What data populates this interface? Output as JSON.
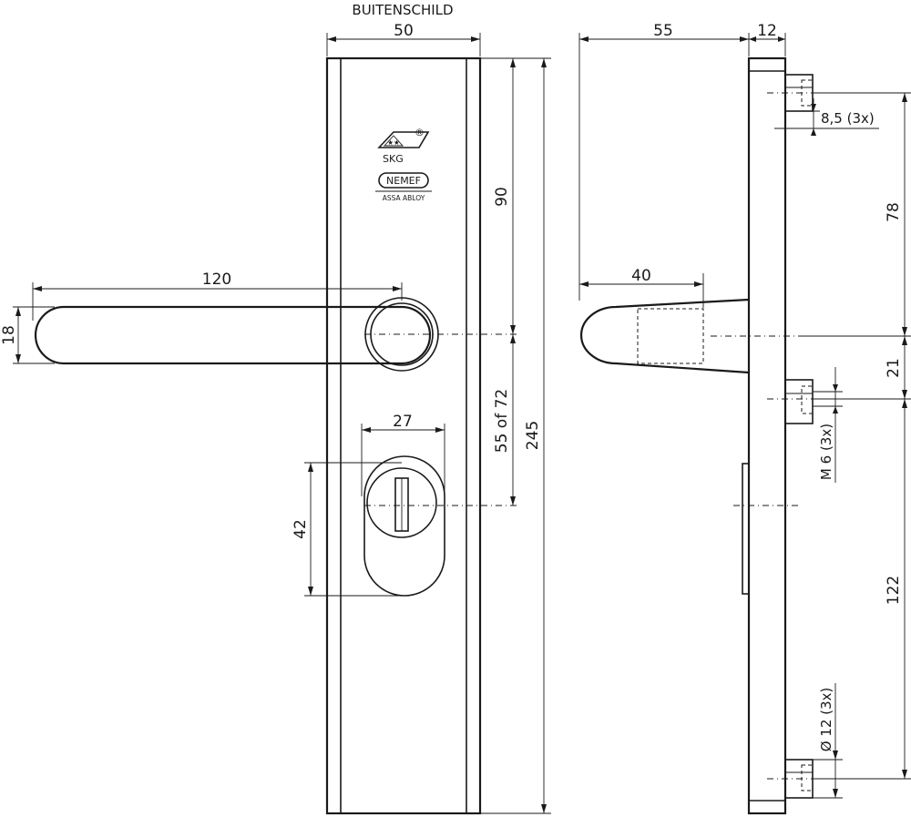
{
  "title": "BUITENSCHILD",
  "logos": {
    "skg": "SKG",
    "registered": "®",
    "nemef": "NEMEF",
    "assa": "ASSA ABLOY"
  },
  "front_view": {
    "plate_width": "50",
    "top_to_handle": "90",
    "handle_to_cylinder": "55 of 72",
    "plate_height": "245",
    "handle_length": "120",
    "handle_thickness": "18",
    "cylinder_width": "27",
    "cylinder_height": "42"
  },
  "side_view": {
    "depth": "55",
    "plate_thickness": "12",
    "handle_depth": "40",
    "stud_offset": "8,5 (3x)",
    "top_stud_to_handle": "78",
    "handle_to_stud": "21",
    "thread": "M 6 (3x)",
    "stud_span": "122",
    "stud_diameter": "Ø 12 (3x)"
  }
}
